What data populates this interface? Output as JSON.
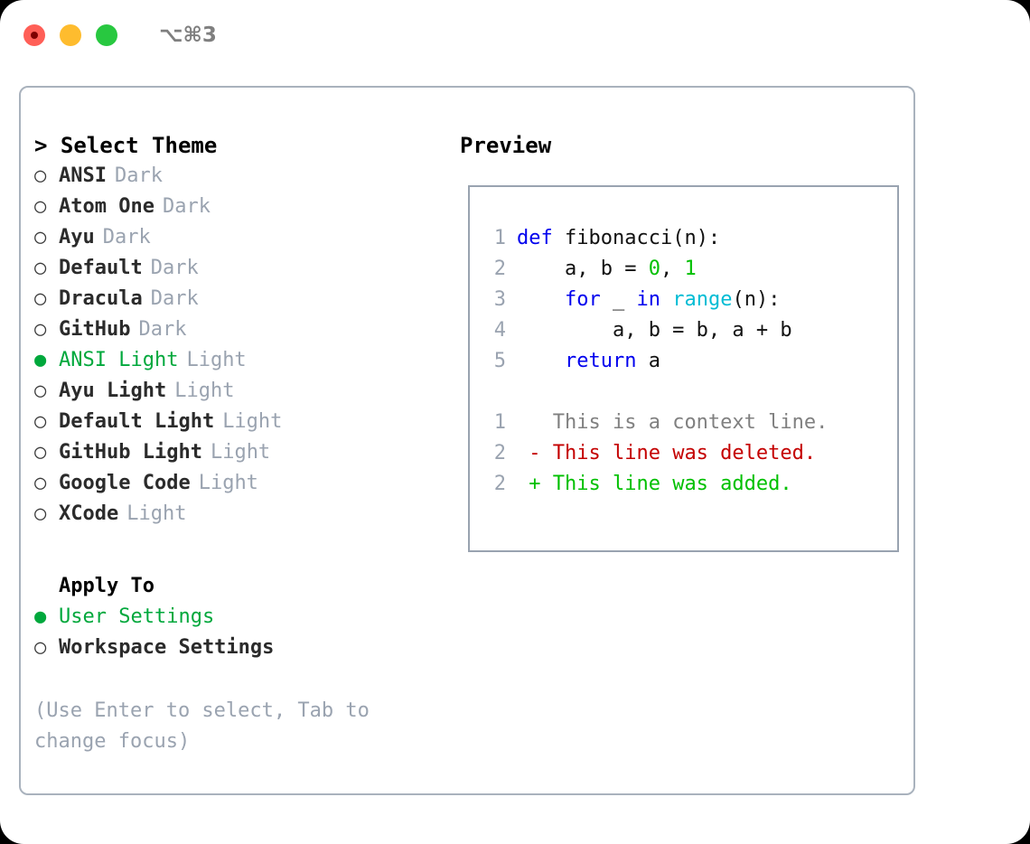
{
  "titlebar": {
    "shortcut": "⌥⌘3",
    "lights": [
      {
        "name": "close",
        "color": "#ff5f57"
      },
      {
        "name": "minimize",
        "color": "#febc2e"
      },
      {
        "name": "maximize",
        "color": "#28c840"
      }
    ]
  },
  "colors": {
    "accent_green": "#00a83c",
    "muted": "#9aa3b0",
    "border": "#99a3b0",
    "keyword": "#0000ee",
    "function": "#00bcd4",
    "number": "#00c000",
    "diff_added": "#00c000",
    "diff_deleted": "#c40000",
    "diff_context": "#808080"
  },
  "theme_list": {
    "header": "> Select Theme",
    "items": [
      {
        "marker": "○",
        "name": "ANSI",
        "tag": "Dark",
        "selected": false
      },
      {
        "marker": "○",
        "name": "Atom One",
        "tag": "Dark",
        "selected": false
      },
      {
        "marker": "○",
        "name": "Ayu",
        "tag": "Dark",
        "selected": false
      },
      {
        "marker": "○",
        "name": "Default",
        "tag": "Dark",
        "selected": false
      },
      {
        "marker": "○",
        "name": "Dracula",
        "tag": "Dark",
        "selected": false
      },
      {
        "marker": "○",
        "name": "GitHub",
        "tag": "Dark",
        "selected": false
      },
      {
        "marker": "●",
        "name": "ANSI Light",
        "tag": "Light",
        "selected": true
      },
      {
        "marker": "○",
        "name": "Ayu Light",
        "tag": "Light",
        "selected": false
      },
      {
        "marker": "○",
        "name": "Default Light",
        "tag": "Light",
        "selected": false
      },
      {
        "marker": "○",
        "name": "GitHub Light",
        "tag": "Light",
        "selected": false
      },
      {
        "marker": "○",
        "name": "Google Code",
        "tag": "Light",
        "selected": false
      },
      {
        "marker": "○",
        "name": "XCode",
        "tag": "Light",
        "selected": false
      }
    ]
  },
  "apply_to": {
    "header": "Apply To",
    "items": [
      {
        "marker": "●",
        "name": "User Settings",
        "selected": true
      },
      {
        "marker": "○",
        "name": "Workspace Settings",
        "selected": false
      }
    ]
  },
  "help_text": "(Use Enter to select, Tab to change focus)",
  "preview": {
    "title": "Preview",
    "code_lines": [
      {
        "lineno": "1",
        "tokens": [
          {
            "t": "def",
            "c": "kw"
          },
          {
            "t": " fibonacci(n):",
            "c": "txt"
          }
        ]
      },
      {
        "lineno": "2",
        "tokens": [
          {
            "t": "    a, b = ",
            "c": "txt"
          },
          {
            "t": "0",
            "c": "num"
          },
          {
            "t": ", ",
            "c": "txt"
          },
          {
            "t": "1",
            "c": "num"
          }
        ]
      },
      {
        "lineno": "3",
        "tokens": [
          {
            "t": "    ",
            "c": "txt"
          },
          {
            "t": "for",
            "c": "kw"
          },
          {
            "t": " _ ",
            "c": "txt"
          },
          {
            "t": "in",
            "c": "kw"
          },
          {
            "t": " ",
            "c": "txt"
          },
          {
            "t": "range",
            "c": "fn"
          },
          {
            "t": "(n):",
            "c": "txt"
          }
        ]
      },
      {
        "lineno": "4",
        "tokens": [
          {
            "t": "        a, b = b, a + b",
            "c": "txt"
          }
        ]
      },
      {
        "lineno": "5",
        "tokens": [
          {
            "t": "    ",
            "c": "txt"
          },
          {
            "t": "return",
            "c": "kw"
          },
          {
            "t": " a",
            "c": "txt"
          }
        ]
      }
    ],
    "diff_lines": [
      {
        "lineno": "1",
        "sign": " ",
        "text": " This is a context line.",
        "kind": "ctx"
      },
      {
        "lineno": "2",
        "sign": "-",
        "text": " This line was deleted.",
        "kind": "del"
      },
      {
        "lineno": "2",
        "sign": "+",
        "text": " This line was added.",
        "kind": "add"
      }
    ]
  }
}
